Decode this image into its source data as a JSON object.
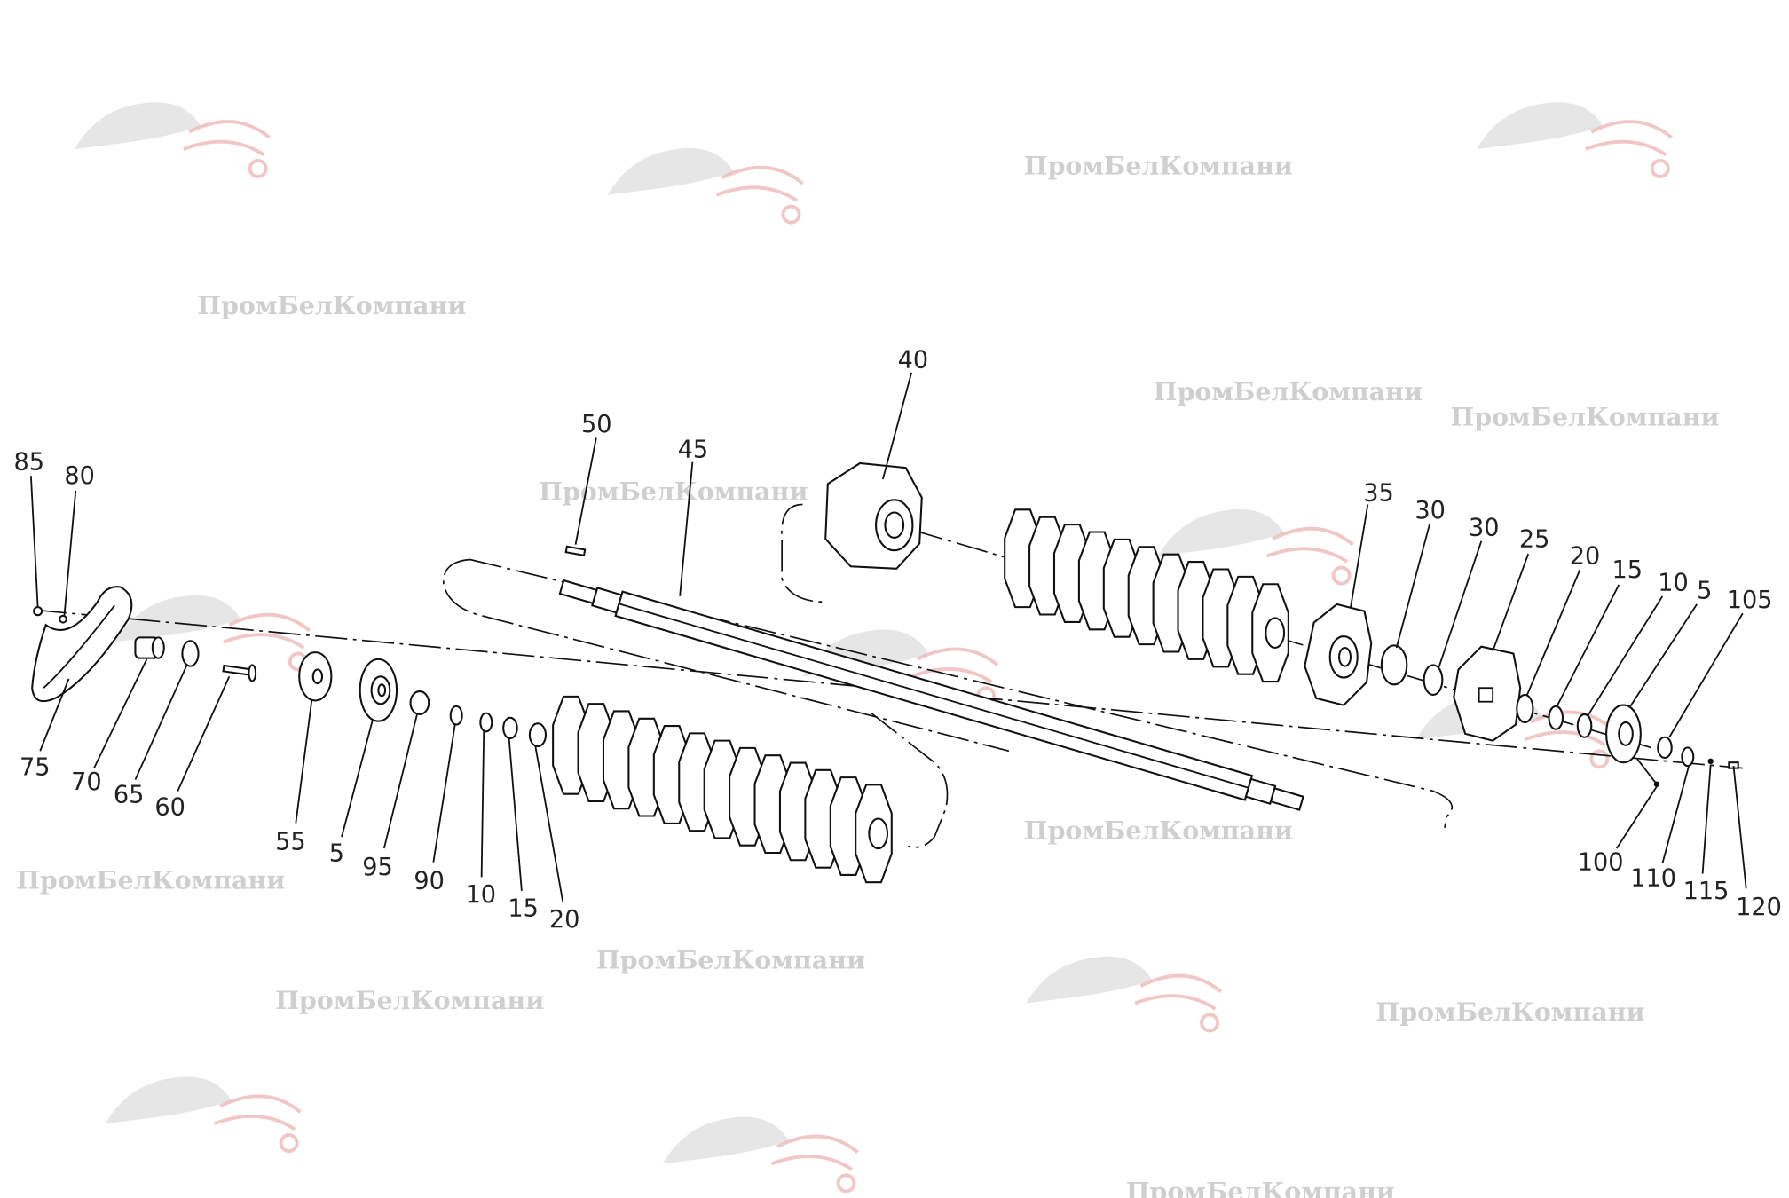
{
  "diagram": {
    "type": "exploded parts diagram",
    "watermark_text": "ПромБелКомпани",
    "watermark_color": "#cfcfcf",
    "logo_color": "#e8a0a0",
    "callouts": [
      {
        "label": "85"
      },
      {
        "label": "80"
      },
      {
        "label": "75"
      },
      {
        "label": "70"
      },
      {
        "label": "65"
      },
      {
        "label": "60"
      },
      {
        "label": "55"
      },
      {
        "label": "5"
      },
      {
        "label": "95"
      },
      {
        "label": "90"
      },
      {
        "label": "10"
      },
      {
        "label": "15"
      },
      {
        "label": "20"
      },
      {
        "label": "50"
      },
      {
        "label": "45"
      },
      {
        "label": "40"
      },
      {
        "label": "35"
      },
      {
        "label": "30"
      },
      {
        "label": "30"
      },
      {
        "label": "25"
      },
      {
        "label": "20"
      },
      {
        "label": "15"
      },
      {
        "label": "10"
      },
      {
        "label": "5"
      },
      {
        "label": "105"
      },
      {
        "label": "100"
      },
      {
        "label": "110"
      },
      {
        "label": "115"
      },
      {
        "label": "120"
      }
    ]
  }
}
